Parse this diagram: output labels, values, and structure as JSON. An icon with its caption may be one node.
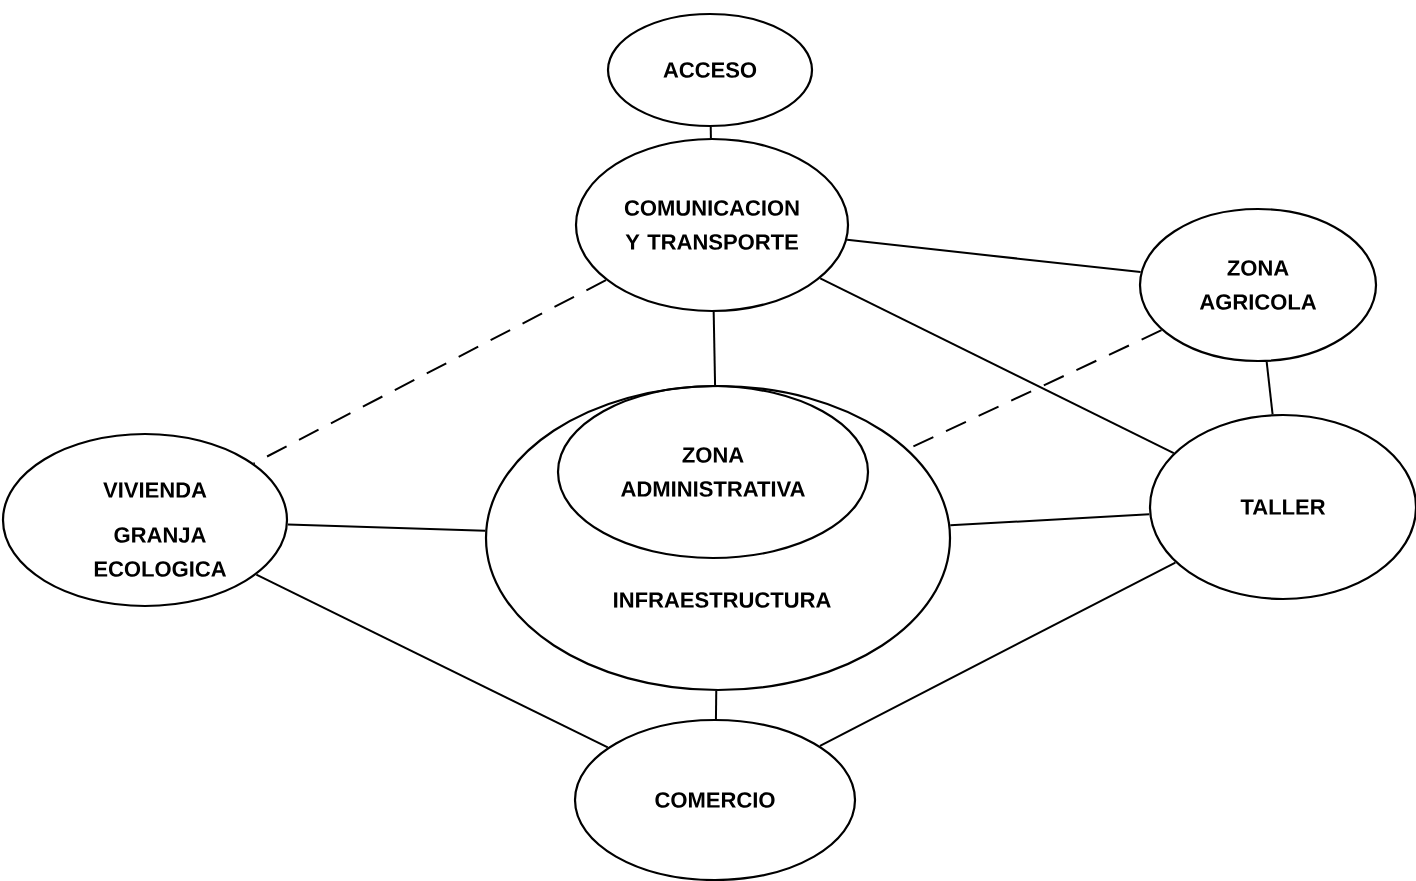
{
  "diagram": {
    "nodes": [
      {
        "text": [
          "ACCESO"
        ]
      },
      {
        "text": [
          "COMUNICACION Y TRANSPORTE"
        ]
      },
      {
        "text": [
          "ZONA AGRICOLA"
        ]
      },
      {
        "text": [
          "INFRAESTRUCTURA"
        ]
      },
      {
        "text": [
          "ZONA ADMINISTRATIVA"
        ],
        "in": 3
      },
      {
        "text": [
          "VIVIENDA",
          "GRANJA ECOLOGICA"
        ]
      },
      {
        "text": [
          "TALLER"
        ]
      },
      {
        "text": [
          "COMERCIO"
        ]
      }
    ],
    "edges": [
      {
        "from": 0,
        "to": 1,
        "arrow": "none"
      },
      {
        "from": 1,
        "to": 2,
        "arrow": "none"
      },
      {
        "from": 1,
        "to": 6,
        "arrow": "none"
      },
      {
        "from": 1,
        "to": 3,
        "arrow": "none"
      },
      {
        "from": 1,
        "to": 5,
        "arrow": "none",
        "style": "dashed"
      },
      {
        "from": 2,
        "to": 3,
        "arrow": "none",
        "style": "dashed"
      },
      {
        "from": 2,
        "to": 6,
        "arrow": "none"
      },
      {
        "from": 5,
        "to": 3,
        "arrow": "none"
      },
      {
        "from": 3,
        "to": 6,
        "arrow": "none"
      },
      {
        "from": 3,
        "to": 7,
        "arrow": "none"
      },
      {
        "from": 5,
        "to": 7,
        "arrow": "none"
      },
      {
        "from": 6,
        "to": 7,
        "arrow": "none"
      }
    ]
  }
}
